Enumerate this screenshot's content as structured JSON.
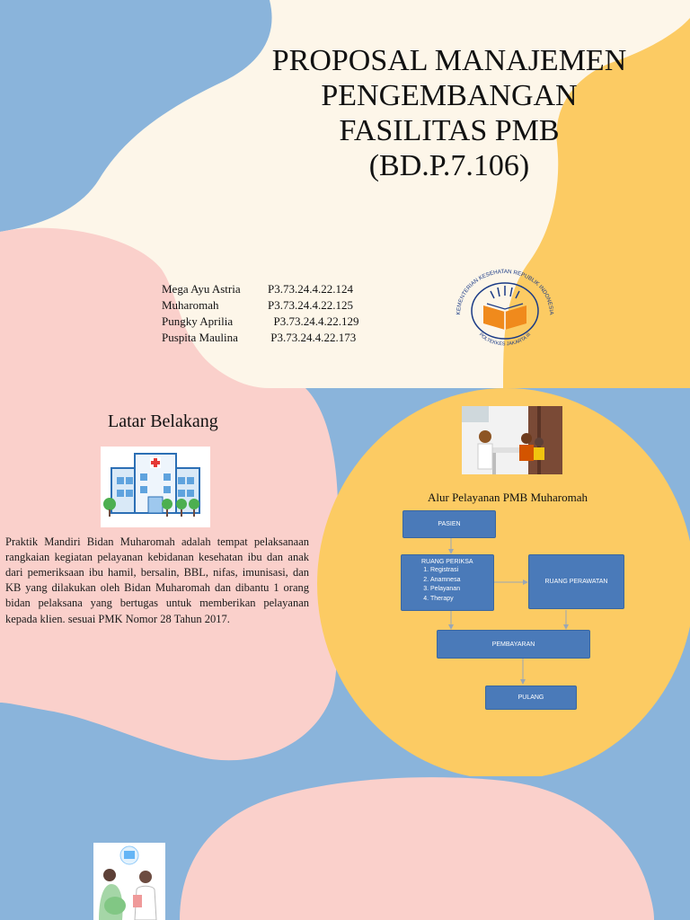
{
  "slide1": {
    "title_lines": [
      "PROPOSAL MANAJEMEN",
      "PENGEMBANGAN",
      "FASILITAS PMB",
      "(BD.P.7.106)"
    ],
    "members": [
      {
        "name": "Mega Ayu Astria",
        "nim": "P3.73.24.4.22.124"
      },
      {
        "name": "Muharomah",
        "nim": "P3.73.24.4.22.125"
      },
      {
        "name": "Pungky Aprilia",
        "nim": "  P3.73.24.4.22.129"
      },
      {
        "name": "Puspita Maulina",
        "nim": " P3.73.24.4.22.173"
      }
    ],
    "logo": {
      "icon": "kemenkes-poltekkes-logo",
      "top_text": "KEMENTERIAN KESEHATAN REPUBLIK INDONESIA",
      "bottom_text": "POLTEKKES JAKARTA III"
    }
  },
  "slide2": {
    "heading": "Latar Belakang",
    "paragraph": "Praktik Mandiri Bidan Muharomah adalah tempat pelaksanaan rangkaian kegiatan pelayanan kebidanan kesehatan ibu dan anak dari pemeriksaan ibu hamil, bersalin, BBL, nifas, imunisasi, dan KB yang dilakukan oleh Bidan Muharomah dan dibantu 1 orang bidan pelaksana yang bertugas untuk memberikan pelayanan kepada klien. sesuai PMK Nomor 28 Tahun 2017.",
    "flow_title": "Alur Pelayanan PMB Muharomah",
    "flow": {
      "pasien": "PASIEN",
      "ruang_periksa": "RUANG PERIKSA",
      "periksa_items": [
        "Registrasi",
        "Anamnesa",
        "Pelayanan",
        "Therapy"
      ],
      "ruang_perawatan": "RUANG PERAWATAN",
      "pembayaran": "PEMBAYARAN",
      "pulang": "PULANG"
    },
    "colors": {
      "pink": "#fad0cb",
      "yellow": "#fccb63",
      "blue": "#8ab4db",
      "box": "#4a7ab9"
    }
  }
}
